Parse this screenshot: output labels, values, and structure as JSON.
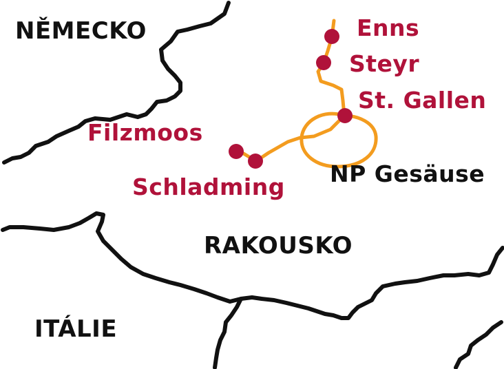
{
  "colors": {
    "border": "#111111",
    "route": "#f39c1f",
    "city": "#b0123a",
    "country_label": "#111111",
    "park_label": "#111111",
    "background": "#ffffff"
  },
  "countries": {
    "germany": "NĚMECKO",
    "austria": "RAKOUSKO",
    "italy": "ITÁLIE"
  },
  "places": {
    "enns": "Enns",
    "steyr": "Steyr",
    "st_gallen": "St. Gallen",
    "filzmoos": "Filzmoos",
    "schladming": "Schladming",
    "np_gesause": "NP Gesäuse"
  }
}
